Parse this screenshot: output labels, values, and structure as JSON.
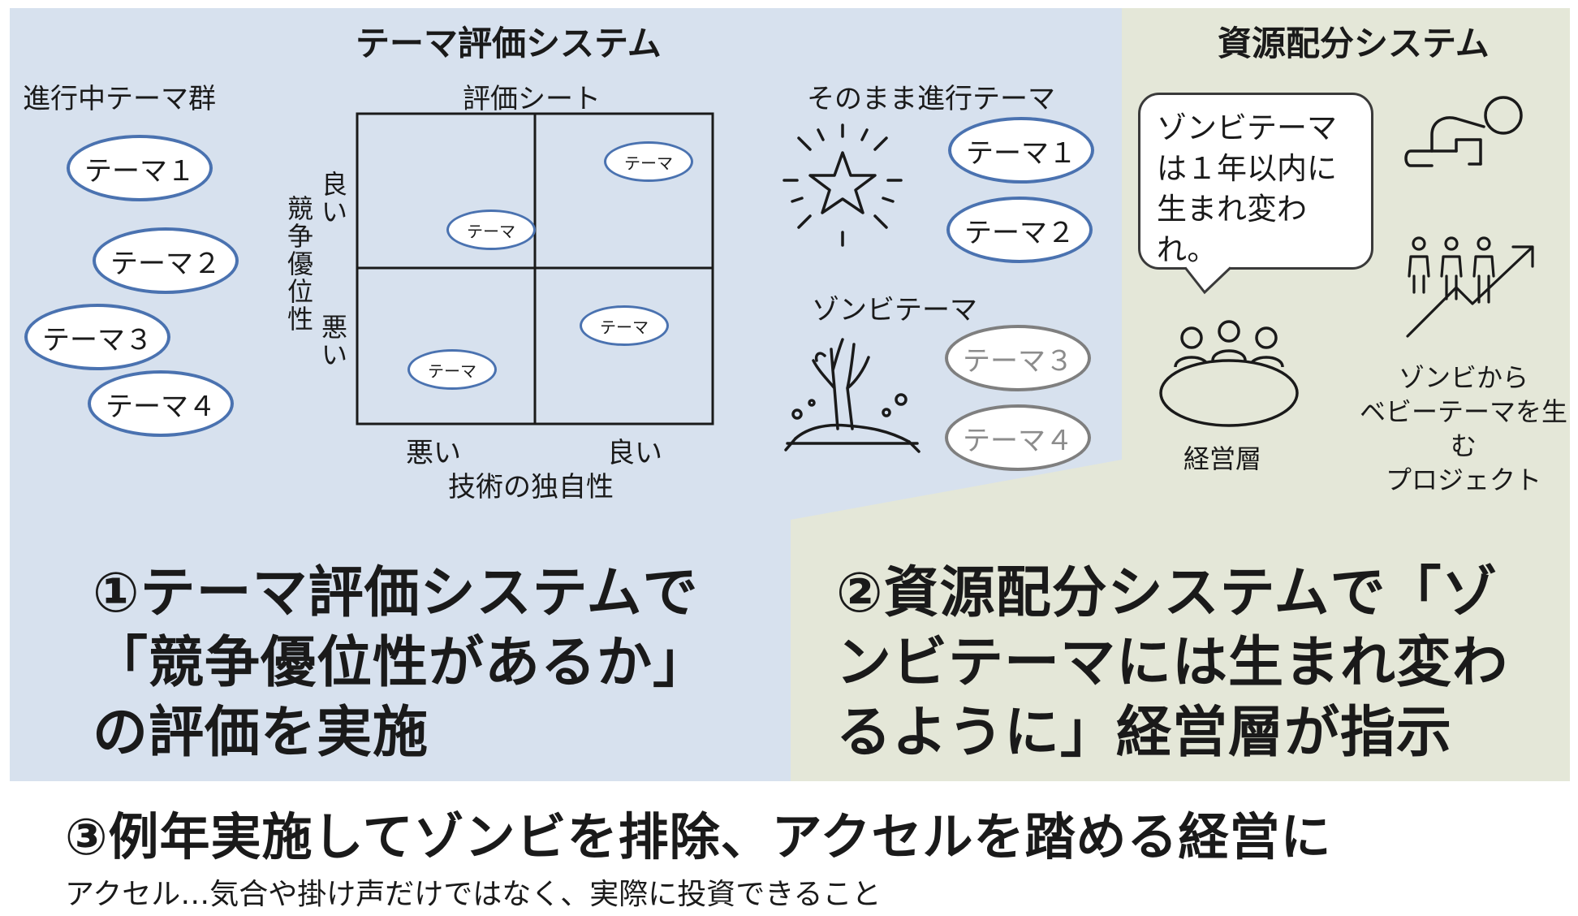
{
  "left_panel": {
    "title": "テーマ評価システム",
    "ongoing_label": "進行中テーマ群",
    "ongoing_themes": [
      "テーマ１",
      "テーマ２",
      "テーマ３",
      "テーマ４"
    ],
    "sheet": {
      "title": "評価シート",
      "y_axis": "競争優位性",
      "y_good": "良い",
      "y_bad": "悪い",
      "x_axis": "技術の独自性",
      "x_bad": "悪い",
      "x_good": "良い",
      "cell_theme": "テーマ"
    },
    "continue_label": "そのまま進行テーマ",
    "continue_themes": [
      "テーマ１",
      "テーマ２"
    ],
    "zombie_label": "ゾンビテーマ",
    "zombie_themes": [
      "テーマ３",
      "テーマ４"
    ],
    "statement": [
      "①テーマ評価システムで",
      "「競争優位性があるか」",
      "の評価を実施"
    ]
  },
  "right_panel": {
    "title": "資源配分システム",
    "bubble": [
      "ゾンビテーマ",
      "は１年以内に",
      "生まれ変われ。"
    ],
    "management": "経営層",
    "project": [
      "ゾンビから",
      "ベビーテーマを生む",
      "プロジェクト"
    ],
    "statement": [
      "②資源配分システムで「ゾ",
      "ンビテーマには生まれ変わ",
      "るように」経営層が指示"
    ]
  },
  "footer": {
    "headline": "③例年実施してゾンビを排除、アクセルを踏める経営に",
    "note": "アクセル…気合や掛け声だけではなく、実際に投資できること"
  },
  "icons": [
    "star-icon",
    "zombie-hand-icon",
    "crawling-baby-icon",
    "meeting-table-icon",
    "growth-people-icon"
  ],
  "colors": {
    "left_bg": "#d7e1ee",
    "right_bg": "#e4e7d8",
    "theme_border": "#4a72b0",
    "zombie_border": "#7f7f7f"
  }
}
